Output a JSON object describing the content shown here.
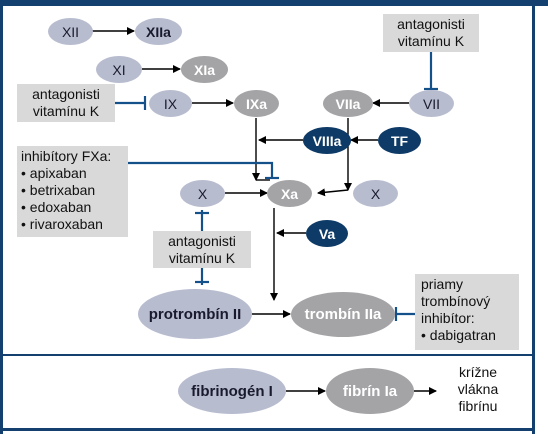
{
  "nodes": {
    "xii": "XII",
    "xiia": "XIIa",
    "xi": "XI",
    "xia": "XIa",
    "ix": "IX",
    "ixa": "IXa",
    "viia": "VIIa",
    "vii": "VII",
    "viiia": "VIIIa",
    "tf": "TF",
    "x_left": "X",
    "xa": "Xa",
    "x_right": "X",
    "va": "Va",
    "protrombin": "protrombín II",
    "trombin": "trombín IIa",
    "fibrinogen": "fibrinogén I",
    "fibrin": "fibrín Ia"
  },
  "boxes": {
    "antag_top": [
      "antagonisti",
      "vitamínu K"
    ],
    "antag_left": [
      "antagonisti",
      "vitamínu K"
    ],
    "antag_mid": [
      "antagonisti",
      "vitamínu K"
    ],
    "fxa_title": "inhibítory FXa:",
    "fxa_items": [
      "apixaban",
      "betrixaban",
      "edoxaban",
      "rivaroxaban"
    ],
    "thrombin_inhib": [
      "priamy",
      "trombínový",
      "inhibítor:"
    ],
    "thrombin_item": "dabigatran"
  },
  "crosslinked": [
    "krížne",
    "vlákna",
    "fibrínu"
  ],
  "colors": {
    "frame": "#13406e",
    "light_node": "#b8bccf",
    "mid_node": "#a4a3a6",
    "dark_node": "#0d3a66",
    "inhibitor": "#14508a"
  }
}
